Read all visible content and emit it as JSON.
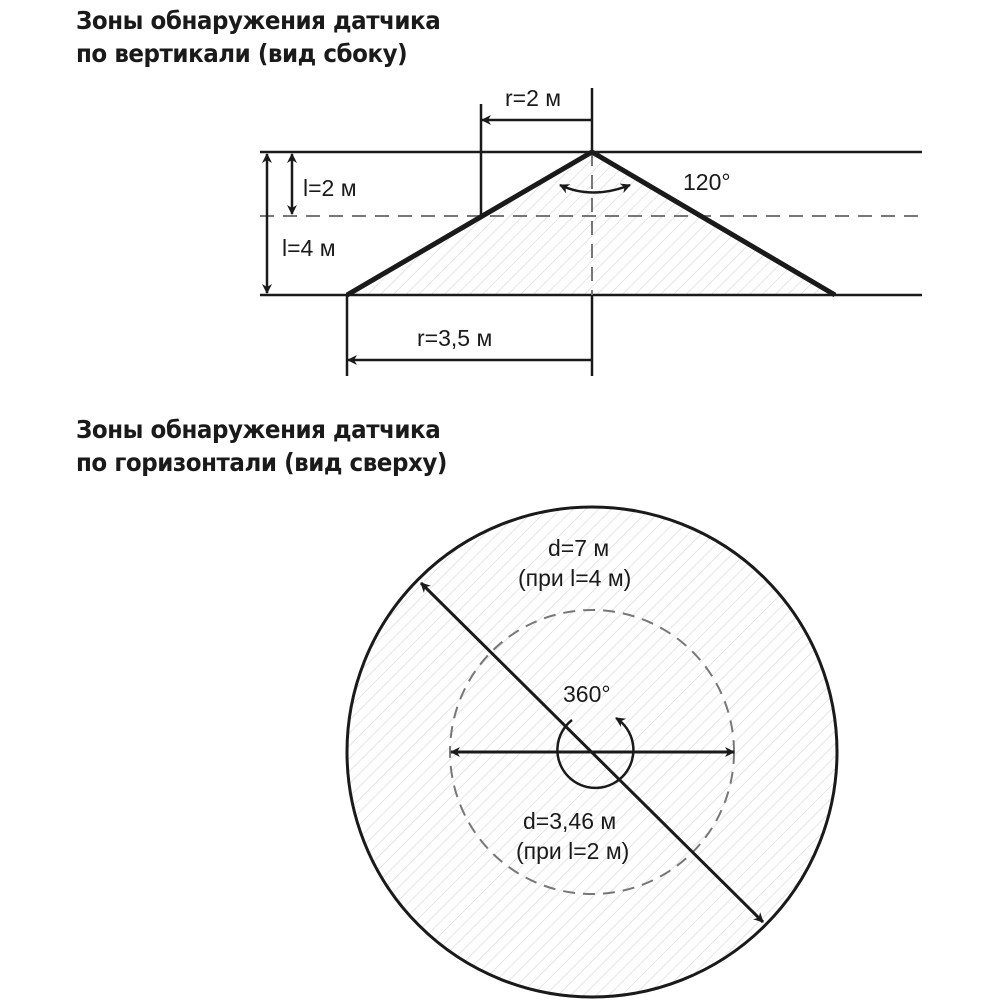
{
  "side_view": {
    "title_line1": "Зоны обнаружения датчика",
    "title_line2": "по вертикали (вид сбоку)",
    "label_r_small": "r=2 м",
    "label_r_large": "r=3,5 м",
    "label_l_small": "l=2 м",
    "label_l_large": "l=4 м",
    "label_angle": "120°"
  },
  "top_view": {
    "title_line1": "Зоны обнаружения датчика",
    "title_line2": "по горизонтали (вид сверху)",
    "label_d_large": "d=7 м",
    "label_d_large_note": "(при l=4 м)",
    "label_d_small": "d=3,46 м",
    "label_d_small_note": "(при l=2 м)",
    "label_angle": "360°"
  },
  "colors": {
    "line": "#1a1a1a",
    "dashed": "#777777",
    "hatch": "#dddddd"
  }
}
